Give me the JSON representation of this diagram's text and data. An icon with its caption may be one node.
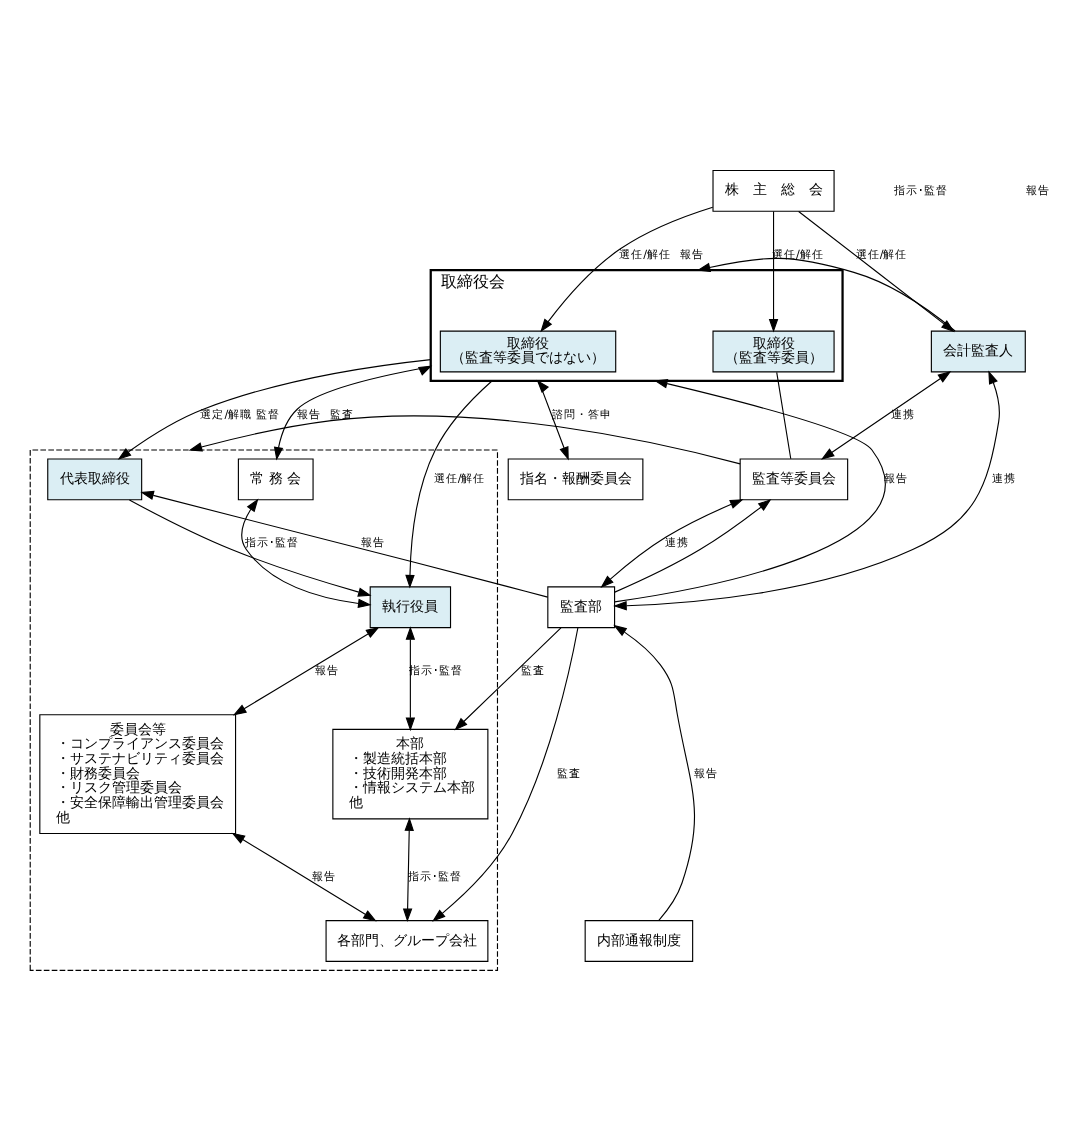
{
  "diagram": {
    "nodes": [
      {
        "text": [
          "株　主　総　会"
        ]
      },
      {
        "text": [
          "取締役会"
        ]
      },
      {
        "text": [
          "取締役",
          "（監査等委員ではない）"
        ],
        "in": 1
      },
      {
        "text": [
          "取締役",
          "（監査等委員）"
        ],
        "in": 1
      },
      {
        "text": [],
        "shape": "box"
      },
      {
        "text": [
          "監査等委員会"
        ]
      },
      {
        "text": [
          "会計監査人"
        ]
      },
      {
        "text": [
          "代表取締役"
        ],
        "in": 4
      },
      {
        "text": [
          "常 務 会"
        ],
        "in": 4
      },
      {
        "text": [
          "指名・報酬委員会"
        ]
      },
      {
        "text": [
          "監査部"
        ]
      },
      {
        "text": [
          "執行役員"
        ],
        "in": 4
      },
      {
        "text": [
          "委員会等",
          "・コンプライアンス委員会",
          "・サステナビリティ委員会",
          "・財務委員会",
          "・リスク管理委員会",
          "・安全保障輸出管理委員会",
          "他"
        ],
        "in": 4
      },
      {
        "text": [
          "本部",
          "・製造統括本部",
          "・技術開発本部",
          "・情報システム本部",
          "他"
        ],
        "in": 4
      },
      {
        "text": [
          "各部門、グループ会社"
        ],
        "in": 4
      },
      {
        "text": [
          "内部通報制度"
        ]
      }
    ],
    "edges": [
      {
        "from": 0,
        "to": 2,
        "arrow": "to",
        "label": "選任/解任"
      },
      {
        "from": 0,
        "to": 3,
        "arrow": "to",
        "label": "選任/解任"
      },
      {
        "from": 0,
        "to": 6,
        "arrow": "to",
        "label": "選任/解任"
      },
      {
        "from": 6,
        "to": 1,
        "arrow": "to",
        "label": "報告"
      },
      {
        "from": 3,
        "to": 5,
        "arrow": "none"
      },
      {
        "from": 5,
        "to": 6,
        "arrow": "both",
        "label": "連携"
      },
      {
        "from": 5,
        "to": 4,
        "arrow": "to",
        "label": "監査"
      },
      {
        "from": 1,
        "to": 7,
        "arrow": "to",
        "label": "選定/解職 監督"
      },
      {
        "from": 1,
        "to": 8,
        "arrow": "both",
        "label": "報告"
      },
      {
        "from": 1,
        "to": 9,
        "arrow": "both",
        "label": "諮問・答申"
      },
      {
        "from": 10,
        "to": 1,
        "arrow": "to",
        "label": "報告"
      },
      {
        "from": 10,
        "to": 7,
        "arrow": "to",
        "label": "報告"
      },
      {
        "from": 10,
        "to": 5,
        "arrow": "to"
      },
      {
        "from": 5,
        "to": 10,
        "arrow": "both",
        "label": "連携"
      },
      {
        "from": 6,
        "to": 10,
        "arrow": "both",
        "label": "連携"
      },
      {
        "from": 1,
        "to": 11,
        "arrow": "to",
        "label": "選任/解任"
      },
      {
        "from": 7,
        "to": 11,
        "arrow": "to"
      },
      {
        "from": 8,
        "to": 11,
        "arrow": "both",
        "label": "指示･監督"
      },
      {
        "from": 11,
        "to": 12,
        "arrow": "both",
        "label": "報告"
      },
      {
        "from": 11,
        "to": 13,
        "arrow": "both",
        "label": "指示･監督"
      },
      {
        "from": 10,
        "to": 13,
        "arrow": "to",
        "label": "監査"
      },
      {
        "from": 10,
        "to": 14,
        "arrow": "to",
        "label": "監査"
      },
      {
        "from": 14,
        "to": 12,
        "arrow": "both",
        "label": "報告"
      },
      {
        "from": 14,
        "to": 13,
        "arrow": "both",
        "label": "指示･監督"
      },
      {
        "from": 15,
        "to": 10,
        "arrow": "to",
        "label": "報告"
      }
    ],
    "labels": [
      "指示･監督",
      "報告"
    ]
  }
}
